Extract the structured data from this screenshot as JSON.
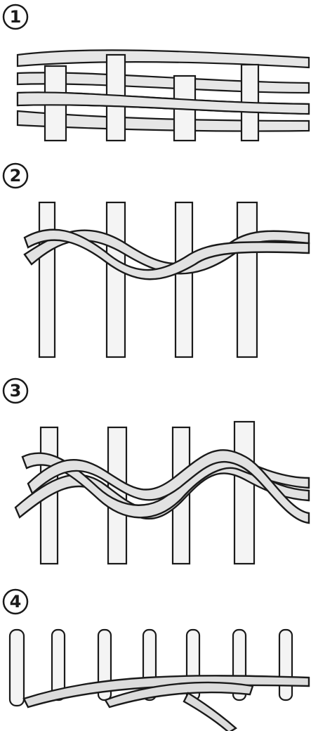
{
  "figure": {
    "panels": [
      {
        "number": "1"
      },
      {
        "number": "2"
      },
      {
        "number": "3"
      },
      {
        "number": "4"
      }
    ]
  }
}
